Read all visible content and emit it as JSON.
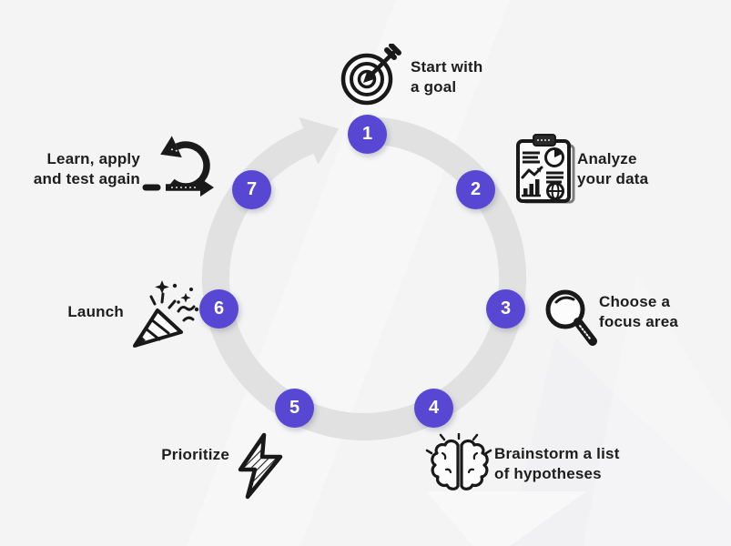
{
  "diagram": {
    "kind": "circular-process-cycle",
    "direction": "clockwise",
    "step_count": 7,
    "steps": [
      {
        "number": "1",
        "label": "Start with\na goal",
        "icon": "target-icon"
      },
      {
        "number": "2",
        "label": "Analyze\nyour data",
        "icon": "clipboard-chart-icon"
      },
      {
        "number": "3",
        "label": "Choose a\nfocus area",
        "icon": "magnifier-icon"
      },
      {
        "number": "4",
        "label": "Brainstorm a list\nof hypotheses",
        "icon": "brain-icon"
      },
      {
        "number": "5",
        "label": "Prioritize",
        "icon": "lightning-icon"
      },
      {
        "number": "6",
        "label": "Launch",
        "icon": "party-popper-icon"
      },
      {
        "number": "7",
        "label": "Learn, apply\nand test again",
        "icon": "loop-arrows-icon"
      }
    ]
  },
  "colors": {
    "accent": "#5747d3",
    "ring": "#e1e1e2",
    "background": "#f4f4f5",
    "text": "#1d1d1d",
    "icon_ink": "#191919",
    "badge_number": "#ffffff"
  }
}
